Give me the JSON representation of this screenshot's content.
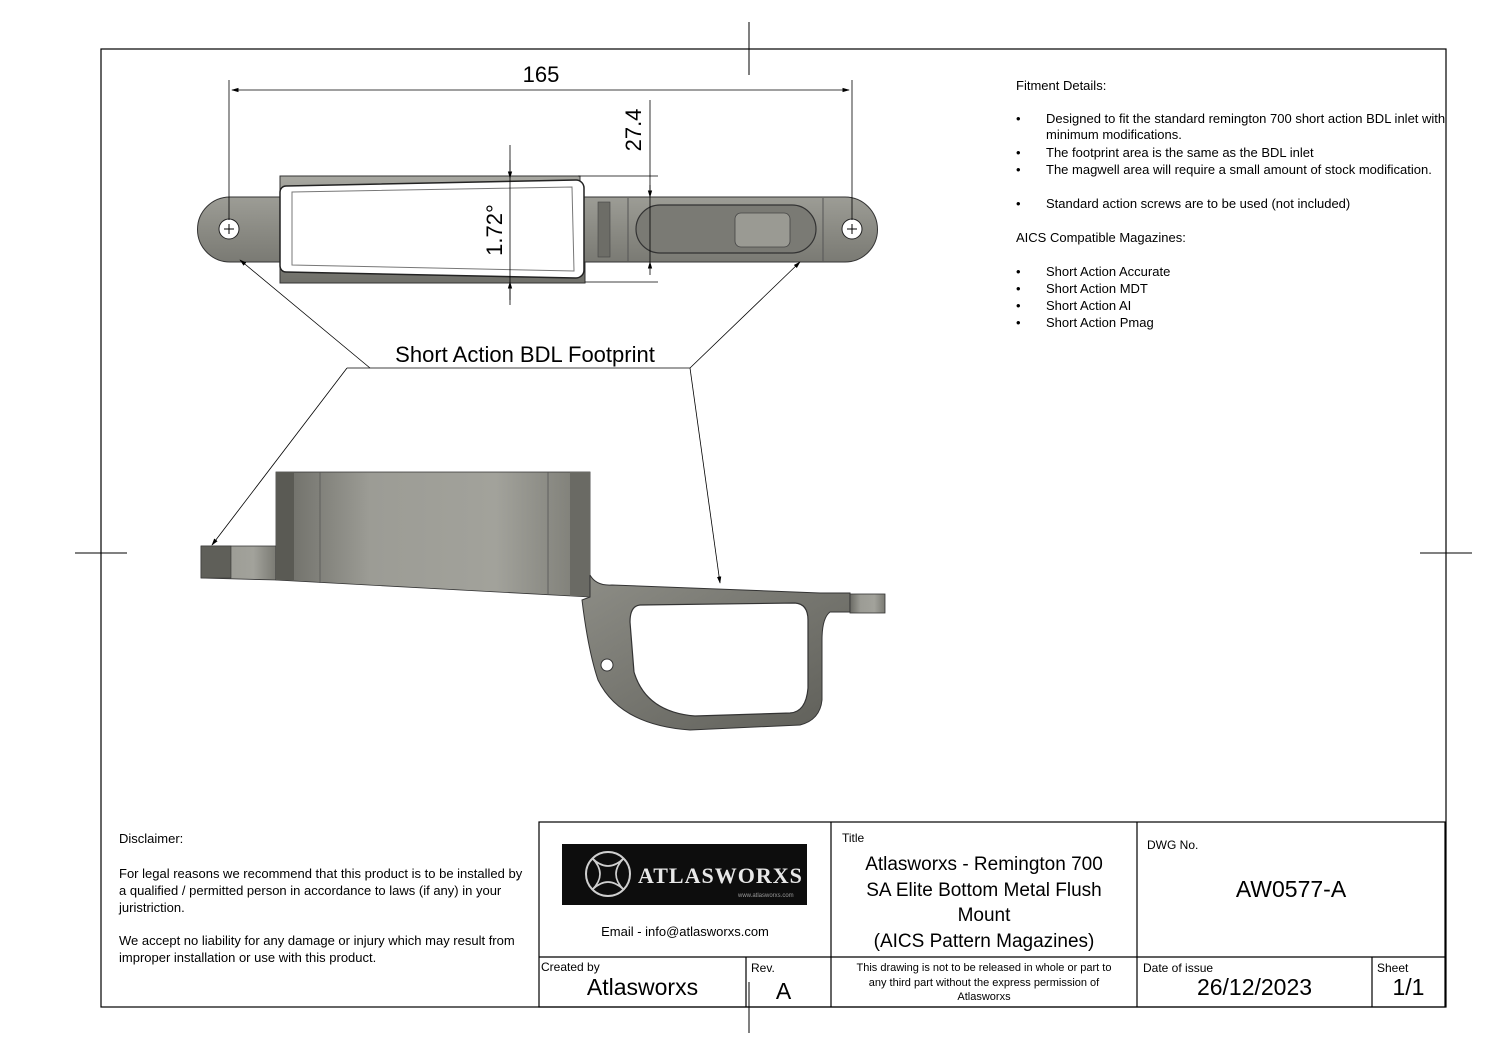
{
  "dimensions": {
    "width_value": "165",
    "height_value": "27.4",
    "angle_value": "1.72°"
  },
  "labels": {
    "footprint": "Short Action BDL Footprint"
  },
  "fitment": {
    "heading": "Fitment Details:",
    "items": [
      "Designed to fit the standard remington 700 short action BDL inlet with minimum modifications.",
      "The footprint area is the same as the BDL inlet",
      "The magwell area will require a small amount of stock modification.",
      "Standard action screws are to be used (not included)"
    ],
    "bullet": "•"
  },
  "magazines": {
    "heading": "AICS Compatible Magazines:",
    "items": [
      "Short Action Accurate",
      "Short Action MDT",
      "Short Action AI",
      "Short Action Pmag"
    ]
  },
  "disclaimer": {
    "heading": "Disclaimer:",
    "paragraph1": "For legal reasons we recommend that this product is to be installed by a qualified / permitted person in accordance to laws (if any) in your juristriction.",
    "paragraph2": "We accept no liability for any damage or injury which may result from improper installation or use with this product."
  },
  "title_block": {
    "logo_text": "ATLASWORXS",
    "logo_subtext": "www.atlasworxs.com",
    "email": "Email - info@atlasworxs.com",
    "title_label": "Title",
    "title_lines": [
      "Atlasworxs - Remington 700",
      "SA Elite Bottom Metal Flush",
      "Mount",
      "(AICS Pattern Magazines)"
    ],
    "dwg_label": "DWG No.",
    "dwg_value": "AW0577-A",
    "created_label": "Created by",
    "created_value": "Atlasworxs",
    "rev_label": "Rev.",
    "rev_value": "A",
    "release_notice": [
      "This drawing is not to be released in whole or part to",
      "any third part without the express permission of",
      "Atlasworxs"
    ],
    "date_label": "Date of issue",
    "date_value": "26/12/2023",
    "sheet_label": "Sheet",
    "sheet_value": "1/1"
  },
  "colors": {
    "metal_light": "#9a9a94",
    "metal_mid": "#808079",
    "metal_dark": "#55554f",
    "line": "#000000"
  }
}
